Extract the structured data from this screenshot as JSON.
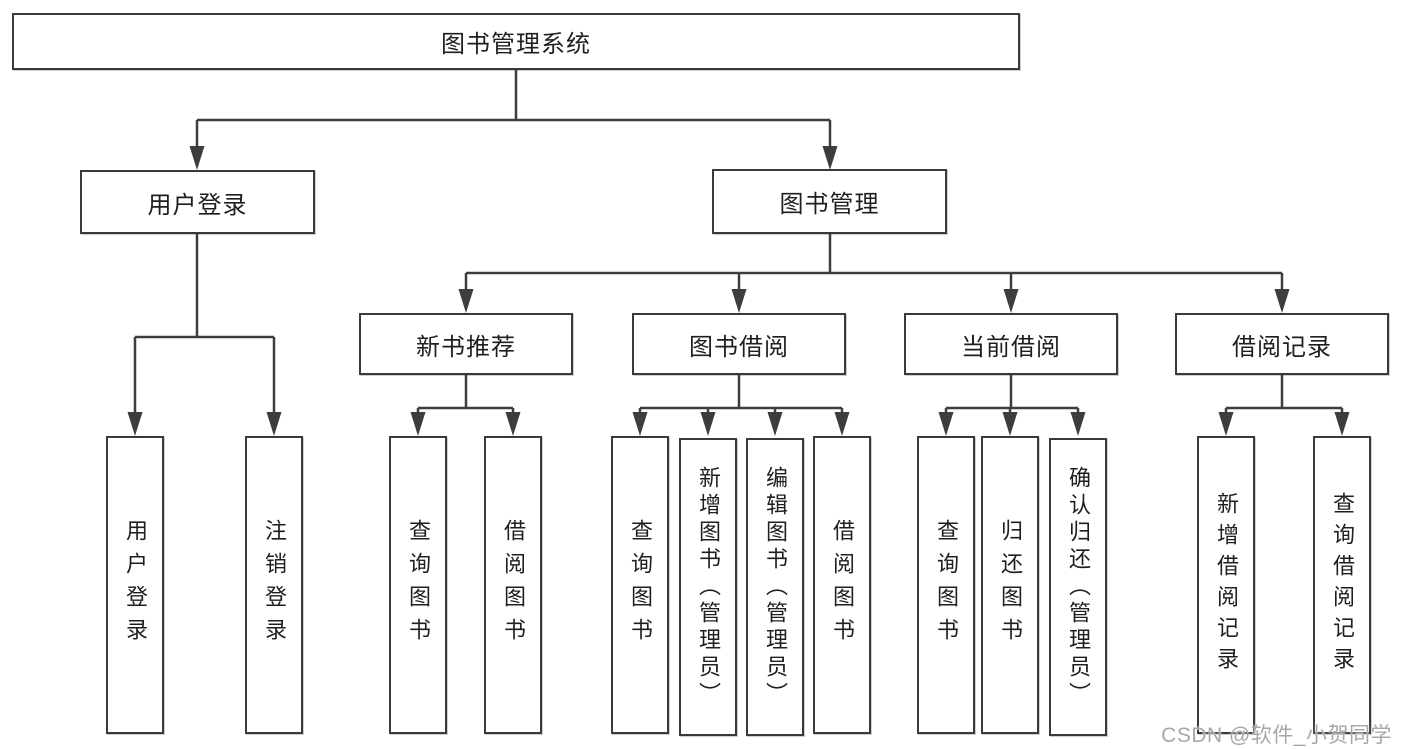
{
  "diagram": {
    "root": "图书管理系统",
    "level2": [
      "用户登录",
      "图书管理"
    ],
    "level3": [
      "新书推荐",
      "图书借阅",
      "当前借阅",
      "借阅记录"
    ],
    "leaves": {
      "user_login": [
        "用户登录",
        "注销登录"
      ],
      "new_book": [
        "查询图书",
        "借阅图书"
      ],
      "book_borrow": [
        "查询图书",
        "新增图书（管理员）",
        "编辑图书（管理员）",
        "借阅图书"
      ],
      "current_borrow": [
        "查询图书",
        "归还图书",
        "确认归还（管理员）"
      ],
      "borrow_record": [
        "新增借阅记录",
        "查询借阅记录"
      ]
    }
  },
  "watermark": "CSDN @软件_小贺同学",
  "colors": {
    "line": "#3d3d3d",
    "border": "#3a3a3a",
    "text": "#1f1f1f",
    "watermark": "#a8a8a8",
    "background": "#ffffff"
  }
}
